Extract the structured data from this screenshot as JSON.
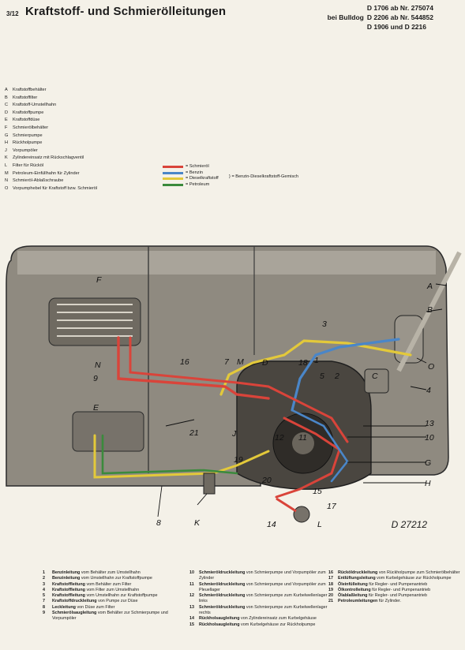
{
  "header": {
    "page": "3/12",
    "title": "Kraftstoff- und Schmierölleitungen",
    "lines": [
      {
        "lead": "",
        "text": "D 1706 ab Nr. 275074"
      },
      {
        "lead": "bei Bulldog",
        "text": "D 2206 ab Nr. 544852"
      },
      {
        "lead": "",
        "text": "D 1906 und D 2216"
      }
    ]
  },
  "parts": [
    {
      "key": "A",
      "text": "Kraftstoffbehälter"
    },
    {
      "key": "B",
      "text": "Kraftstoffilter"
    },
    {
      "key": "C",
      "text": "Kraftstoff-Umstellhahn"
    },
    {
      "key": "D",
      "text": "Kraftstoffpumpe"
    },
    {
      "key": "E",
      "text": "Kraftstoffdüse"
    },
    {
      "key": "F",
      "text": "Schmierölbehälter"
    },
    {
      "key": "G",
      "text": "Schmierpumpe"
    },
    {
      "key": "H",
      "text": "Rückholpumpe"
    },
    {
      "key": "J",
      "text": "Vorpumpöler"
    },
    {
      "key": "K",
      "text": "Zylindereinsatz mit Rückschlagventil"
    },
    {
      "key": "L",
      "text": "Filter für Rücköl"
    },
    {
      "key": "M",
      "text": "Petroleum-Einfüllhahn für Zylinder"
    },
    {
      "key": "N",
      "text": "Schmieröl-Ablaßschraube"
    },
    {
      "key": "O",
      "text": "Vorpumphebel für Kraftstoff bzw. Schmieröl"
    }
  ],
  "legend": {
    "items": [
      {
        "label": "= Schmieröl",
        "color": "#d9443a"
      },
      {
        "label": "= Benzin",
        "color": "#4a86c8"
      },
      {
        "label": "= Dieselkraftstoff",
        "color": "#e3c93a"
      },
      {
        "label": "= Petroleum",
        "color": "#3b8a3c"
      }
    ],
    "brace_text": "= Benzin-Dieselkraftstoff-Gemisch"
  },
  "diagram": {
    "drawing_no": "D 27212",
    "labels": [
      "A",
      "B",
      "C",
      "D",
      "E",
      "F",
      "G",
      "H",
      "J",
      "K",
      "L",
      "M",
      "N",
      "O",
      "1",
      "2",
      "3",
      "4",
      "5",
      "7",
      "8",
      "9",
      "10",
      "11",
      "12",
      "13",
      "14",
      "15",
      "16",
      "17",
      "18",
      "19",
      "20",
      "21"
    ]
  },
  "captions": [
    {
      "n": "1",
      "bold": "Benzinleitung",
      "text": "vom Behälter zum Umstellhahn"
    },
    {
      "n": "2",
      "bold": "Benzinleitung",
      "text": "vom Umstellhahn zur Kraftstoffpumpe"
    },
    {
      "n": "3",
      "bold": "Kraftstoffleitung",
      "text": "vom Behälter zum Filter"
    },
    {
      "n": "4",
      "bold": "Kraftstoffleitung",
      "text": "vom Filter zum Umstellhahn"
    },
    {
      "n": "5",
      "bold": "Kraftstoffleitung",
      "text": "vom Umstellhahn zur Kraftstoffpumpe"
    },
    {
      "n": "7",
      "bold": "Kraftstoffdruckleitung",
      "text": "von Pumpe zur Düse"
    },
    {
      "n": "8",
      "bold": "Leckleitung",
      "text": "von Düse zum Filter"
    },
    {
      "n": "9",
      "bold": "Schmierölsaugleitung",
      "text": "vom Behälter zur Schmierpumpe und Vorpumpöler"
    },
    {
      "n": "10",
      "bold": "Schmieröldruckleitung",
      "text": "von Schmierpumpe und Vorpumpöler zum Zylinder"
    },
    {
      "n": "11",
      "bold": "Schmieröldruckleitung",
      "text": "von Schmierpumpe und Vorpumpöler zum Pleuellager"
    },
    {
      "n": "12",
      "bold": "Schmieröldruckleitung",
      "text": "von Schmierpumpe zum Kurbelwellenlager links"
    },
    {
      "n": "13",
      "bold": "Schmieröldruckleitung",
      "text": "von Schmierpumpe zum Kurbelwellenlager rechts"
    },
    {
      "n": "14",
      "bold": "Rückholsaugleitung",
      "text": "von Zylindereinsatz zum Kurbelgehäuse"
    },
    {
      "n": "15",
      "bold": "Rückholsaugleitung",
      "text": "vom Kurbelgehäuse zur Rückholpumpe"
    },
    {
      "n": "16",
      "bold": "Rücköldruckleitung",
      "text": "von Rückholpumpe zum Schmierölbehälter"
    },
    {
      "n": "17",
      "bold": "Entlüftungsleitung",
      "text": "vom Kurbelgehäuse zur Rückholpumpe"
    },
    {
      "n": "18",
      "bold": "Öleinfülleitung",
      "text": "für Regler- und Pumpenantrieb"
    },
    {
      "n": "19",
      "bold": "Ölkontrolleitung",
      "text": "für Regler- und Pumpenantrieb"
    },
    {
      "n": "20",
      "bold": "Ölablaßleitung",
      "text": "für Regler- und Pumpenantrieb"
    },
    {
      "n": "21",
      "bold": "Petroleumleitungen",
      "text": "für Zylinder."
    }
  ]
}
